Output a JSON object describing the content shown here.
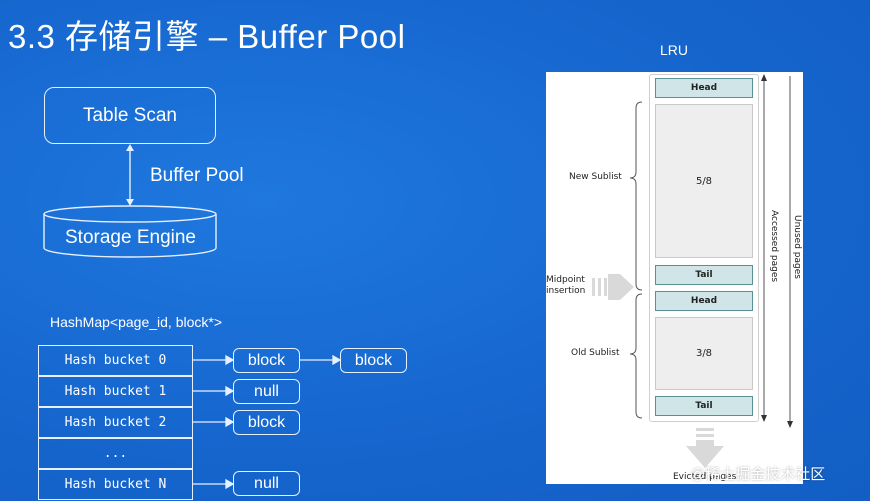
{
  "title": "3.3 存储引擎 – Buffer Pool",
  "stack": {
    "top_box": "Table Scan",
    "connector_label": "Buffer Pool",
    "cylinder": "Storage Engine"
  },
  "hashmap": {
    "label": "HashMap<page_id, block*>",
    "buckets": [
      "Hash bucket 0",
      "Hash bucket 1",
      "Hash bucket 2",
      "...",
      "Hash bucket N"
    ],
    "chains": [
      [
        "block",
        "block"
      ],
      [
        "null"
      ],
      [
        "block"
      ],
      [],
      [
        "null"
      ]
    ]
  },
  "lru": {
    "label": "LRU",
    "new_sublist": "New Sublist",
    "old_sublist": "Old Sublist",
    "midpoint": "Midpoint\ninsertion",
    "head": "Head",
    "tail": "Tail",
    "new_ratio": "5/8",
    "old_ratio": "3/8",
    "accessed": "Accessed pages",
    "unused": "Unused pages",
    "evicted": "Evicted pages"
  },
  "watermark": "@稀土掘金技术社区"
}
